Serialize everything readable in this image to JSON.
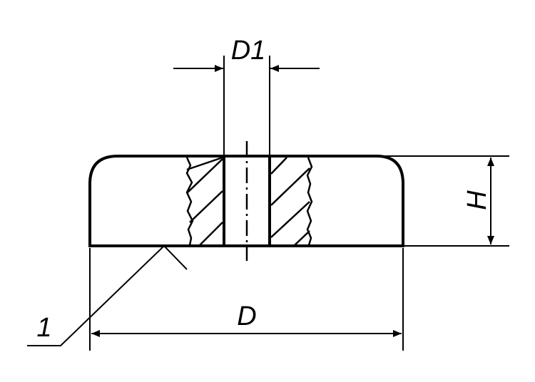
{
  "drawing": {
    "dimension_labels": {
      "inner_diameter": "D1",
      "height": "H",
      "outer_diameter": "D"
    },
    "callouts": [
      {
        "label": "1"
      }
    ]
  },
  "colors": {
    "line": "#000000",
    "background": "#ffffff"
  }
}
